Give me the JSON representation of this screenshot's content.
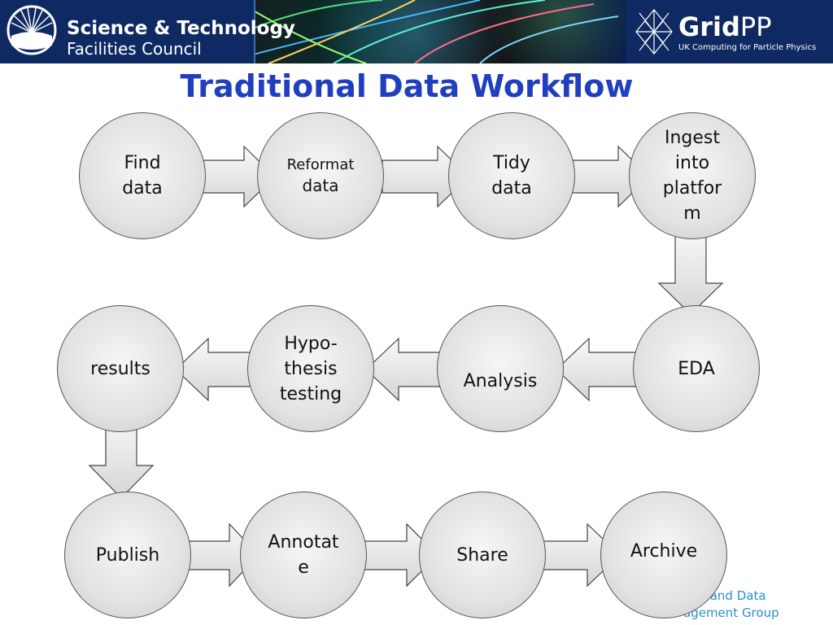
{
  "header": {
    "left_logo_line1": "Science & Technology",
    "left_logo_line2": "Facilities Council",
    "right_logo_name_bold": "Grid",
    "right_logo_name_light": "PP",
    "right_logo_tagline": "UK Computing for Particle Physics"
  },
  "slide": {
    "title": "Traditional Data Workflow"
  },
  "nodes": {
    "find": "Find\ndata",
    "reformat_top": "Reformat",
    "reformat_bottom": "data",
    "tidy": "Tidy\ndata",
    "ingest": "Ingest\ninto\nplatfor\nm",
    "results": "results",
    "hypo": "Hypo-\nthesis\ntesting",
    "analysis": "Analysis",
    "eda": "EDA",
    "publish": "Publish",
    "annotate": "Annotat\ne",
    "share": "Share",
    "archive": "Archive"
  },
  "footer": {
    "line1": "age and Data",
    "line2": "agement Group"
  },
  "colors": {
    "title": "#1f3fbf",
    "header_bg": "#0f2a63",
    "footer": "#2a8fd6",
    "node_fill": "#e2e2e2"
  }
}
